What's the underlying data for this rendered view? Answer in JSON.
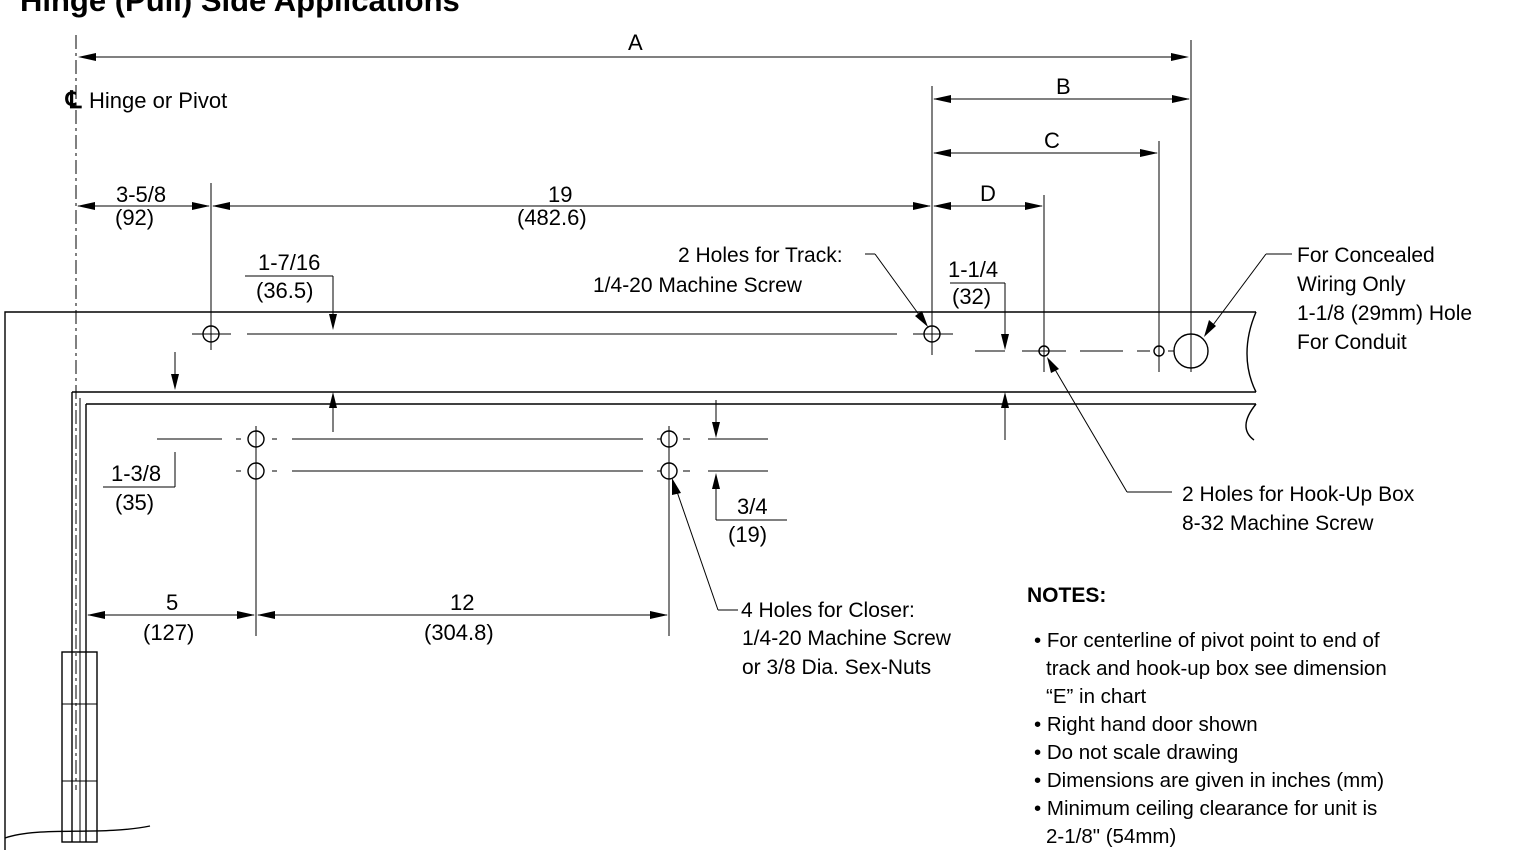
{
  "title": "Hinge (Pull) Side Applications",
  "centerline_symbol": "℄",
  "centerline_label": "Hinge or Pivot",
  "dimensions": {
    "A": "A",
    "B": "B",
    "C": "C",
    "D": "D",
    "hinge_to_first_hole": {
      "inch": "3-5/8",
      "mm": "(92)"
    },
    "track_hole_spacing": {
      "inch": "19",
      "mm": "(482.6)"
    },
    "track_hole_drop": {
      "inch": "1-7/16",
      "mm": "(36.5)"
    },
    "hookup_hole_drop": {
      "inch": "1-1/4",
      "mm": "(32)"
    },
    "closer_hole_drop": {
      "inch": "1-3/8",
      "mm": "(35)"
    },
    "closer_hole_spacing_vertical": {
      "inch": "3/4",
      "mm": "(19)"
    },
    "hinge_to_closer_hole": {
      "inch": "5",
      "mm": "(127)"
    },
    "closer_hole_spacing": {
      "inch": "12",
      "mm": "(304.8)"
    }
  },
  "callouts": {
    "track_holes": [
      "2 Holes for Track:",
      "1/4-20 Machine Screw"
    ],
    "conduit_hole": [
      "For Concealed",
      "Wiring Only",
      "1-1/8 (29mm) Hole",
      "For Conduit"
    ],
    "hookup_box_holes": [
      "2 Holes for Hook-Up Box",
      "8-32 Machine Screw"
    ],
    "closer_holes": [
      "4 Holes for Closer:",
      "1/4-20 Machine Screw",
      "or 3/8 Dia. Sex-Nuts"
    ]
  },
  "notes": {
    "heading": "NOTES:",
    "items": [
      [
        "• For centerline of pivot point to end of",
        "track and hook-up box see dimension",
        "“E” in chart"
      ],
      [
        "• Right hand door shown"
      ],
      [
        "• Do not scale drawing"
      ],
      [
        "• Dimensions are given in inches (mm)"
      ],
      [
        "• Minimum ceiling clearance for unit is",
        "2-1/8\" (54mm)"
      ]
    ]
  }
}
